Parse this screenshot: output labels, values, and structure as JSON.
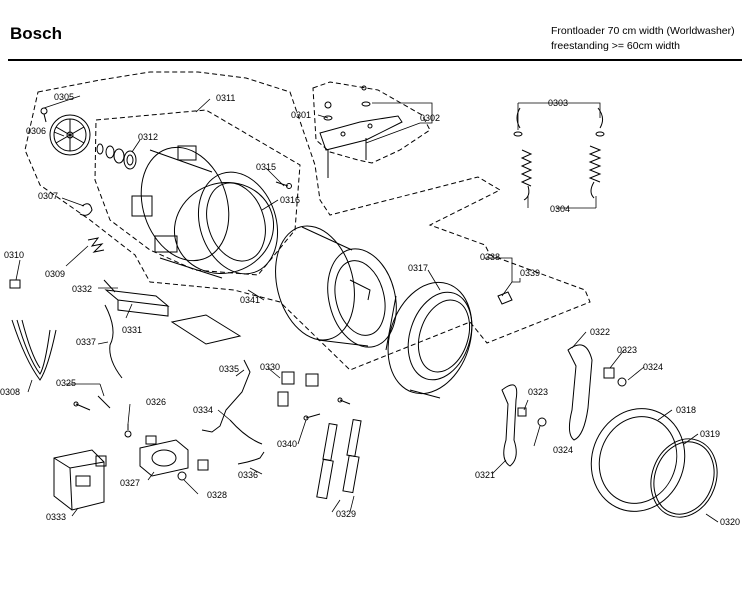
{
  "header": {
    "brand": "Bosch",
    "subtitle_line1": "Frontloader 70 cm width (Worldwasher)",
    "subtitle_line2": "freestanding >= 60cm width"
  },
  "parts": {
    "p0301": "0301",
    "p0302": "0302",
    "p0303": "0303",
    "p0304": "0304",
    "p0305": "0305",
    "p0306": "0306",
    "p0307": "0307",
    "p0308": "0308",
    "p0309": "0309",
    "p0310": "0310",
    "p0311": "0311",
    "p0312": "0312",
    "p0315": "0315",
    "p0316": "0316",
    "p0317": "0317",
    "p0318": "0318",
    "p0319": "0319",
    "p0320": "0320",
    "p0321": "0321",
    "p0322": "0322",
    "p0323a": "0323",
    "p0323b": "0323",
    "p0324a": "0324",
    "p0324b": "0324",
    "p0325": "0325",
    "p0326": "0326",
    "p0327": "0327",
    "p0328": "0328",
    "p0329": "0329",
    "p0330": "0330",
    "p0331": "0331",
    "p0332": "0332",
    "p0333": "0333",
    "p0334": "0334",
    "p0335": "0335",
    "p0336": "0336",
    "p0337": "0337",
    "p0338": "0338",
    "p0339": "0339",
    "p0340": "0340",
    "p0341": "0341"
  }
}
